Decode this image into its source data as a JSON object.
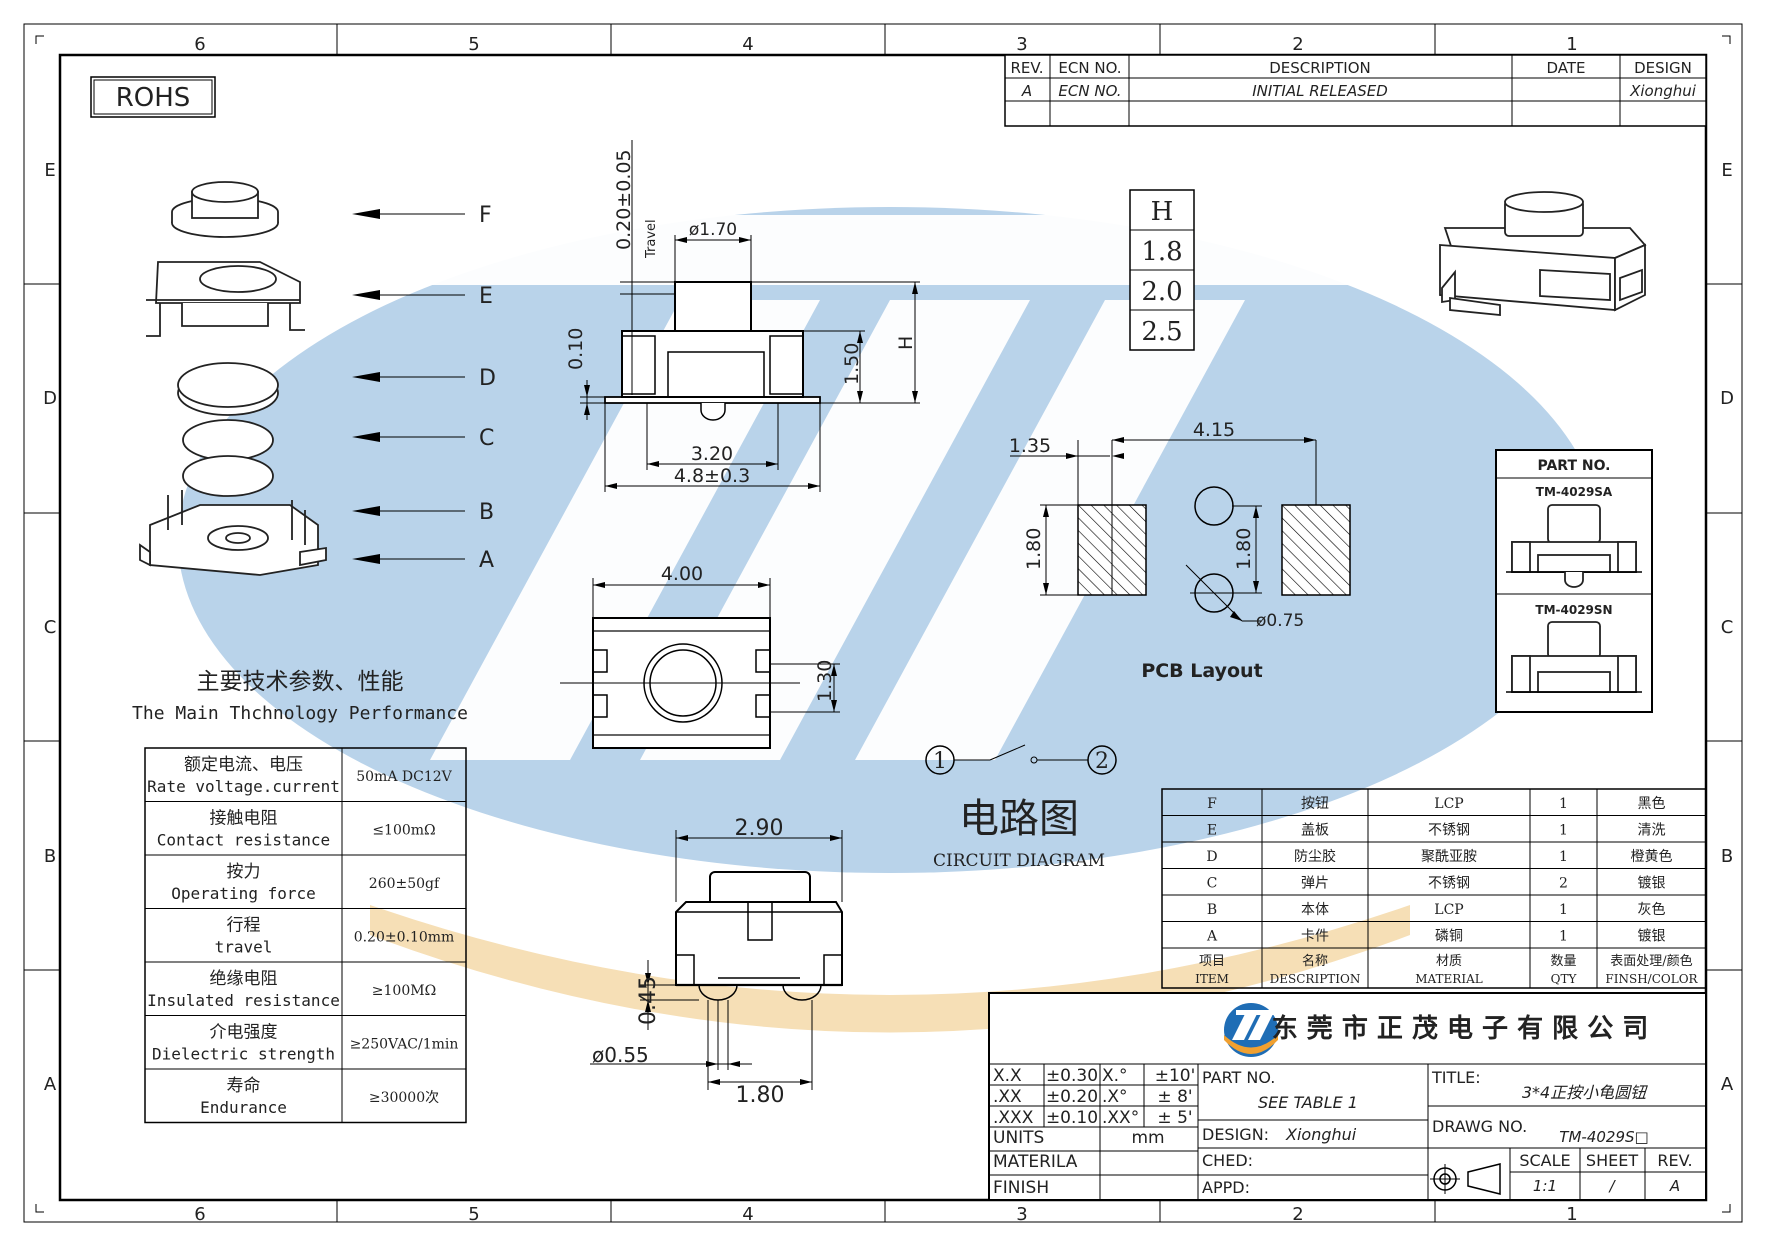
{
  "frame": {
    "zone_columns_top": [
      "6",
      "5",
      "4",
      "3",
      "2",
      "1"
    ],
    "zone_columns_bottom": [
      "6",
      "5",
      "4",
      "3",
      "2",
      "1"
    ],
    "zone_rows": [
      "E",
      "D",
      "C",
      "B",
      "A"
    ]
  },
  "rohs_label": "ROHS",
  "revision_block": {
    "headers": [
      "REV.",
      "ECN NO.",
      "DESCRIPTION",
      "DATE",
      "DESIGN"
    ],
    "rows": [
      [
        "A",
        "ECN NO.",
        "INITIAL  RELEASED",
        "",
        "Xionghui"
      ]
    ]
  },
  "exploded_view": {
    "labels": [
      "F",
      "E",
      "D",
      "C",
      "B",
      "A"
    ]
  },
  "side_view": {
    "travel_dim": "0.20±0.05",
    "travel_label": "Travel",
    "stem_dia": "ø1.70",
    "dim_010": "0.10",
    "dim_150": "1.50",
    "dim_H": "H",
    "dim_320": "3.20",
    "dim_48": "4.8±0.3"
  },
  "height_table": {
    "header": "H",
    "values": [
      "1.8",
      "2.0",
      "2.5"
    ]
  },
  "pcb_layout": {
    "dim_135": "1.35",
    "dim_415": "4.15",
    "dim_180_left": "1.80",
    "dim_180_right": "1.80",
    "hole_dia": "ø0.75",
    "title": "PCB  Layout"
  },
  "top_view": {
    "dim_400": "4.00",
    "dim_130": "1.30"
  },
  "front_view": {
    "dim_290": "2.90",
    "dim_045": "0.45",
    "dim_055": "ø0.55",
    "dim_180": "1.80"
  },
  "circuit": {
    "node1": "1",
    "node2": "2",
    "title_cn": "电路图",
    "title_en": "CIRCUIT DIAGRAM"
  },
  "performance": {
    "title_cn": "主要技术参数、性能",
    "title_en": "The Main Thchnology Performance",
    "rows": [
      {
        "cn": "额定电流、电压",
        "en": "Rate voltage.current",
        "value": "50mA DC12V"
      },
      {
        "cn": "接触电阻",
        "en": "Contact resistance",
        "value": "≤100mΩ"
      },
      {
        "cn": "按力",
        "en": "Operating force",
        "value": "260±50gf"
      },
      {
        "cn": "行程",
        "en": "travel",
        "value": "0.20±0.10mm"
      },
      {
        "cn": "绝缘电阻",
        "en": "Insulated resistance",
        "value": "≥100MΩ"
      },
      {
        "cn": "介电强度",
        "en": "Dielectric strength",
        "value": "≥250VAC/1min"
      },
      {
        "cn": "寿命",
        "en": "Endurance",
        "value": "≥30000次"
      }
    ]
  },
  "part_no_box": {
    "title": "PART NO.",
    "items": [
      "TM-4029SA",
      "TM-4029SN"
    ]
  },
  "bom": {
    "rows": [
      [
        "F",
        "按钮",
        "LCP",
        "1",
        "黑色"
      ],
      [
        "E",
        "盖板",
        "不锈钢",
        "1",
        "清洗"
      ],
      [
        "D",
        "防尘胶",
        "聚酰亚胺",
        "1",
        "橙黄色"
      ],
      [
        "C",
        "弹片",
        "不锈钢",
        "2",
        "镀银"
      ],
      [
        "B",
        "本体",
        "LCP",
        "1",
        "灰色"
      ],
      [
        "A",
        "卡件",
        "磷铜",
        "1",
        "镀银"
      ]
    ],
    "header": [
      {
        "cn": "项目",
        "en": "ITEM"
      },
      {
        "cn": "名称",
        "en": "DESCRIPTION"
      },
      {
        "cn": "材质",
        "en": "MATERIAL"
      },
      {
        "cn": "数量",
        "en": "QTY"
      },
      {
        "cn": "表面处理/颜色",
        "en": "FINSH/COLOR"
      }
    ]
  },
  "title_block": {
    "company": "东 莞 市 正 茂 电 子 有 限 公 司",
    "tolerances": [
      [
        "X.X",
        "±0.30",
        "X.°",
        "±10'"
      ],
      [
        ".XX",
        "±0.20",
        ".X°",
        "± 8'"
      ],
      [
        ".XXX",
        "±0.10",
        ".XX°",
        "± 5'"
      ]
    ],
    "units_label": "UNITS",
    "units_value": "mm",
    "materila_label": "MATERILA",
    "finish_label": "FINISH",
    "part_no_label": "PART NO.",
    "part_no_value": "SEE  TABLE  1",
    "design_label": "DESIGN:",
    "design_value": "Xionghui",
    "ched_label": "CHED:",
    "appd_label": "APPD:",
    "title_label": "TITLE:",
    "title_value": "3*4正按小龟圆钮",
    "drawg_label": "DRAWG  NO.",
    "drawg_value": "TM-4029S□",
    "scale_label": "SCALE",
    "scale_value": "1:1",
    "sheet_label": "SHEET",
    "sheet_value": "/",
    "rev_label": "REV.",
    "rev_value": "A"
  },
  "colors": {
    "watermark_blue": "#b9d3ea",
    "watermark_orange": "#f6dfb6",
    "logo_blue": "#1f6db5",
    "logo_orange": "#f0a030"
  }
}
